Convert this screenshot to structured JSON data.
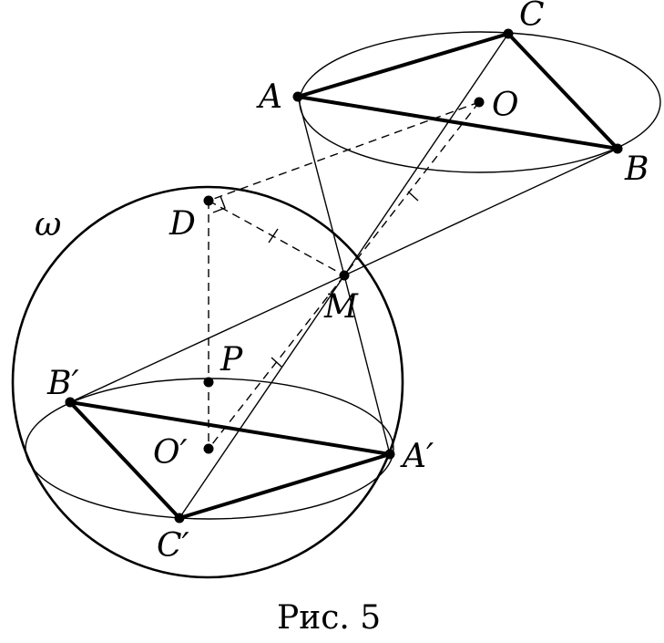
{
  "figure": {
    "caption": "Рис. 5",
    "sphere_label": "ω",
    "points": {
      "A": "A",
      "B": "B",
      "C": "C",
      "O": "O",
      "D": "D",
      "M": "M",
      "P": "P",
      "A_prime": "A′",
      "B_prime": "B′",
      "C_prime": "C′",
      "O_prime": "O′"
    }
  }
}
